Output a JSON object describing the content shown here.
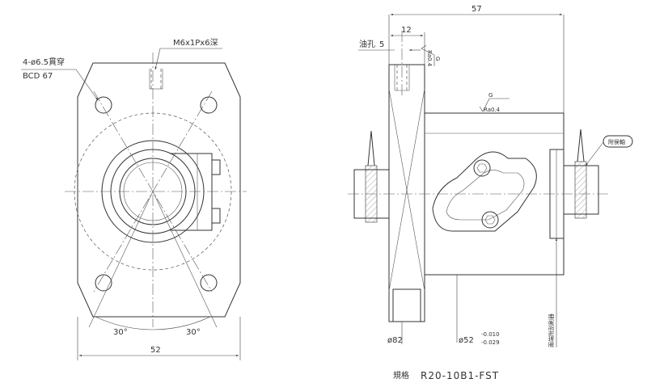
{
  "front_view": {
    "hole_callout_line1": "4-ø6.5貫穿",
    "hole_callout_line2": "BCD 67",
    "thread_callout": "M6x1Px6深",
    "angle_left": "30°",
    "angle_right": "30°",
    "width_dim": "52"
  },
  "side_view": {
    "total_length": "57",
    "flange_thickness": "12",
    "oil_hole_label": "油孔",
    "oil_hole_value": "5",
    "roughness_top_letter": "G",
    "roughness_top_value": "Ra0.4",
    "roughness_mid_letter": "G",
    "roughness_mid_value": "Ra0.4",
    "accessory_label": "附侯軸",
    "flange_dia": "ø82",
    "body_dia": "ø52",
    "body_tol_upper": "-0.010",
    "body_tol_lower": "-0.029",
    "seal_label": "兩端附刮刷器"
  },
  "spec": {
    "label": "規格",
    "model": "R20-10B1-FST"
  }
}
